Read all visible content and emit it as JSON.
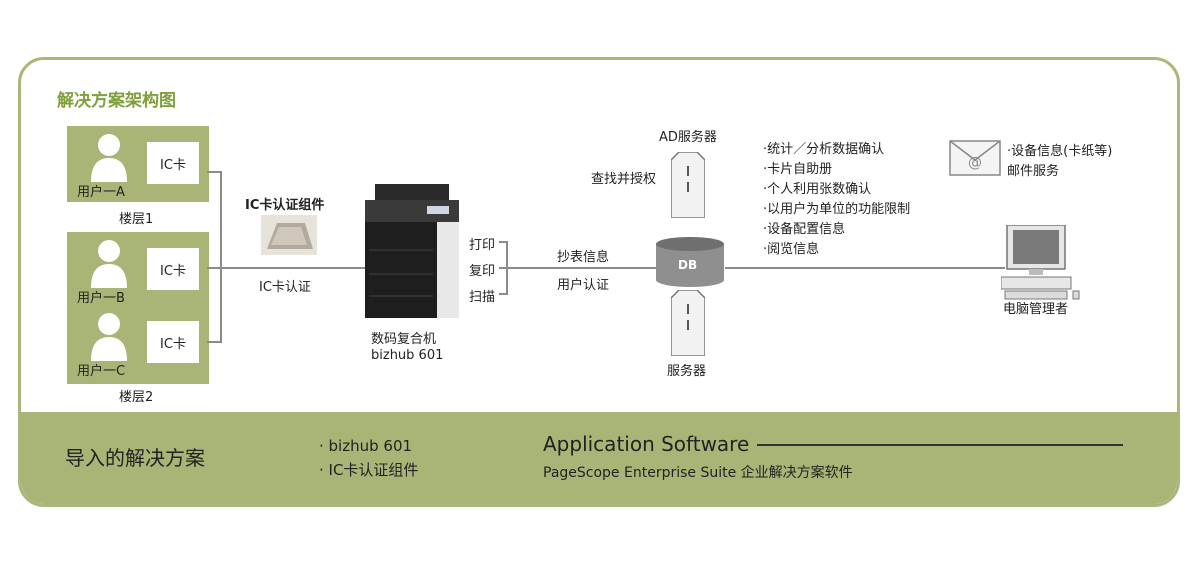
{
  "title": "解决方案架构图",
  "users": [
    {
      "label": "用户一A",
      "card": "IC卡"
    },
    {
      "label": "用户一B",
      "card": "IC卡"
    },
    {
      "label": "用户一C",
      "card": "IC卡"
    }
  ],
  "floors": [
    "楼层1",
    "楼层2"
  ],
  "ic_component_label": "IC卡认证组件",
  "ic_auth_label": "IC卡认证",
  "mfp": {
    "line1": "数码复合机",
    "line2": "bizhub 601"
  },
  "functions": [
    "打印",
    "复印",
    "扫描"
  ],
  "db_labels": {
    "top": "抄表信息",
    "bottom": "用户认证"
  },
  "ad_server": {
    "label": "AD服务器",
    "action": "查找并授权"
  },
  "db": "DB",
  "server": "服务器",
  "features": [
    "·统计／分析数据确认",
    "·卡片自助册",
    "·个人利用张数确认",
    "·以用户为单位的功能限制",
    "·设备配置信息",
    "·阅览信息"
  ],
  "mail": {
    "line1": "·设备信息(卡纸等)",
    "line2": "邮件服务"
  },
  "pc_label": "电脑管理者",
  "band": {
    "heading": "导入的解决方案",
    "items": [
      "· bizhub 601",
      "· IC卡认证组件"
    ],
    "app_title": "Application Software",
    "app_sub": "PageScope Enterprise Suite  企业解决方案软件"
  }
}
